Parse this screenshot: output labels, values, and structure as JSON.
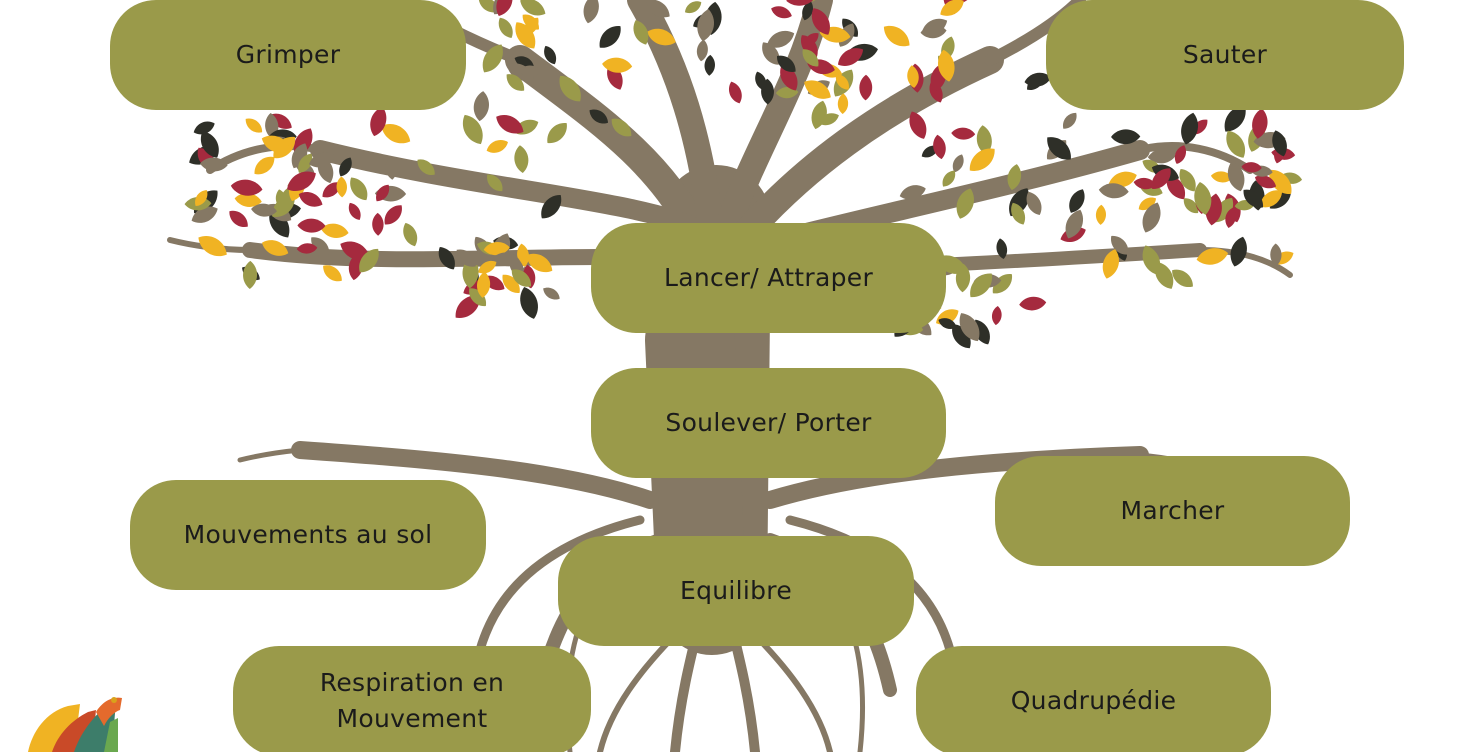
{
  "colors": {
    "pill": "#9a9a4a",
    "trunk": "#857864",
    "leaf_red": "#a52a3e",
    "leaf_yellow": "#f0b323",
    "leaf_olive": "#9a9a4a",
    "leaf_dark": "#2e2f28",
    "leaf_grey": "#857864"
  },
  "nodes": {
    "grimper": "Grimper",
    "sauter": "Sauter",
    "lancer": "Lancer/ Attraper",
    "soulever": "Soulever/ Porter",
    "mouvements_sol": "Mouvements au sol",
    "marcher": "Marcher",
    "equilibre": "Equilibre",
    "respiration_l1": "Respiration en",
    "respiration_l2": "Mouvement",
    "quadrupedie": "Quadrupédie"
  },
  "icons": {
    "tree": "tree-illustration",
    "logo": "colorful-bear-logo"
  }
}
